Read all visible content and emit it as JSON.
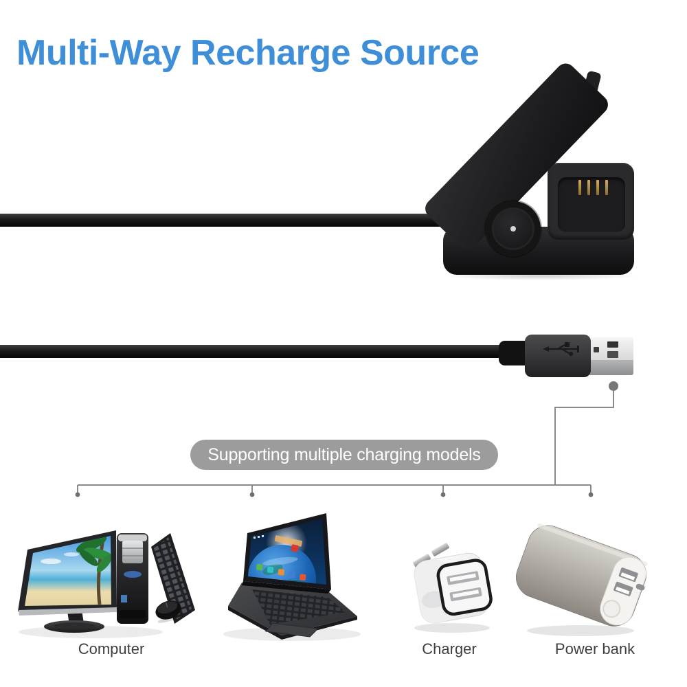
{
  "title": {
    "text": "Multi-Way Recharge Source",
    "color": "#3E8ED8"
  },
  "callout": {
    "text": "Supporting multiple charging models",
    "bg_color": "#9C9C9C",
    "text_color": "#FFFFFF"
  },
  "diagram": {
    "line_color": "#8A8A8B",
    "dot_color": "#76777A"
  },
  "hero": {
    "charging_clip": "black watch charging clip dock with 4 gold pins and hinge",
    "usb_plug": "black USB-A cable connector with metal tip"
  },
  "sources": [
    {
      "id": "computer",
      "label": "Computer"
    },
    {
      "id": "laptop",
      "label": ""
    },
    {
      "id": "charger",
      "label": "Charger"
    },
    {
      "id": "power-bank",
      "label": "Power bank"
    }
  ]
}
